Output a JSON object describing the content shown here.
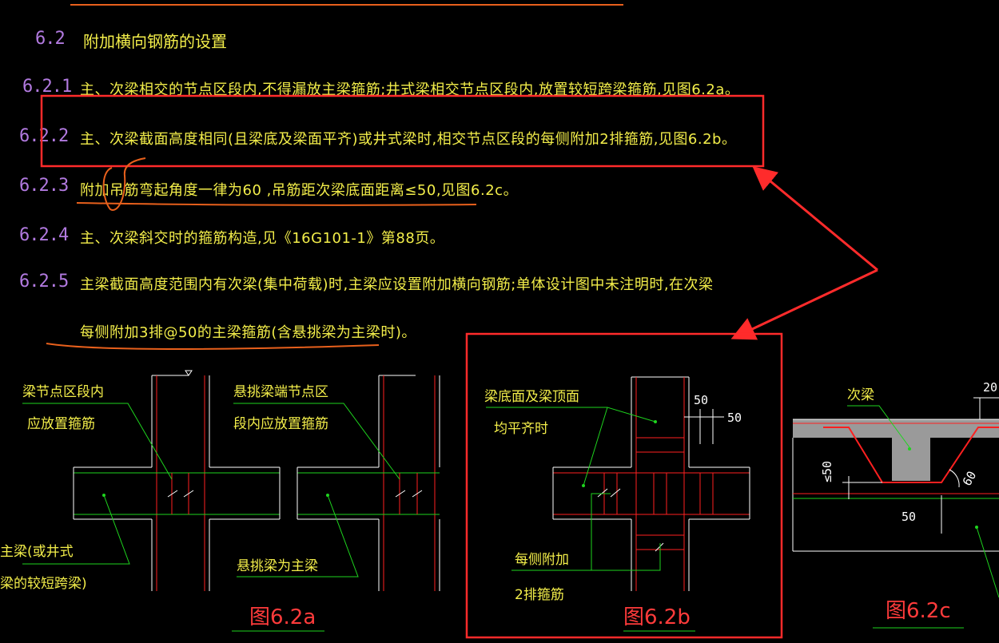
{
  "section": {
    "number": "6.2",
    "title": "附加横向钢筋的设置"
  },
  "items": [
    {
      "number": "6.2.1",
      "line1": "主、次梁相交的节点区段内,不得漏放主梁箍筋;井式梁相交节点区段内,放置较短跨梁箍筋,见图6.2a。"
    },
    {
      "number": "6.2.2",
      "line1": "主、次梁截面高度相同(且梁底及梁面平齐)或井式梁时,相交节点区段的每侧附加2排箍筋,见图6.2b。"
    },
    {
      "number": "6.2.3",
      "line1": "附加吊筋弯起角度一律为60 ,吊筋距次梁底面距离≤50,见图6.2c。"
    },
    {
      "number": "6.2.4",
      "line1": "主、次梁斜交时的箍筋构造,见《16G101-1》第88页。"
    },
    {
      "number": "6.2.5",
      "line1": "主梁截面高度范围内有次梁(集中荷载)时,主梁应设置附加横向钢筋;单体设计图中未注明时,在次梁",
      "line2": "每侧附加3排@50的主梁箍筋(含悬挑梁为主梁时)。"
    }
  ],
  "fig_a": {
    "label_top_left_1": "梁节点区段内",
    "label_top_left_2": "应放置箍筋",
    "label_top_right_1": "悬挑梁端节点区",
    "label_top_right_2": "段内应放置箍筋",
    "label_bottom_left_1": "主梁(或井式",
    "label_bottom_left_2": "梁的较短跨梁)",
    "label_bottom_right": "悬挑梁为主梁",
    "caption": "图6.2a"
  },
  "fig_b": {
    "label_top_1": "梁底面及梁顶面",
    "label_top_2": "均平齐时",
    "label_bottom_1": "每侧附加",
    "label_bottom_2": "2排箍筋",
    "dim_1": "50",
    "dim_2": "50",
    "caption": "图6.2b"
  },
  "fig_c": {
    "label_secondary_beam": "次梁",
    "dim_20": "20",
    "dim_50_left": "≤50",
    "dim_50_bottom": "50",
    "angle": "60",
    "caption": "图6.2c"
  },
  "colors": {
    "text": "#f3ee4a",
    "number": "#b27ae0",
    "annotation": "#ff3b3b",
    "pen": "#e8601c",
    "cad_red": "#ff2020",
    "cad_green": "#1ed41e",
    "cad_white": "#ffffff"
  }
}
